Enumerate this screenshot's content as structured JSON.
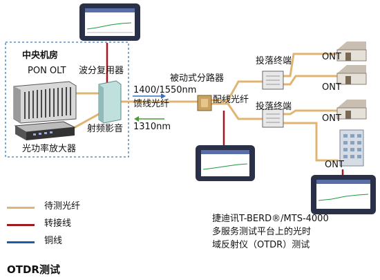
{
  "central_office": "中央机房",
  "pon_olt": "PON OLT",
  "wdm": "波分复用器",
  "rf_overlay": "射频影音",
  "optical_amplifier": "光功率放大器",
  "wavelength_1": "1400/1550nm",
  "wavelength_2": "1310nm",
  "feeder_fiber": "馈线光纤",
  "passive_splitter": "被动式分路器",
  "distribution_fiber": "配线光纤",
  "drop_terminal_1": "投落终端",
  "drop_terminal_2": "投落终端",
  "ont_labels": [
    "ONT",
    "ONT",
    "ONT",
    "ONT"
  ],
  "legend": [
    {
      "label": "待测光纤",
      "color": "#e0b472"
    },
    {
      "label": "转接线",
      "color": "#a01820"
    },
    {
      "label": "铜线",
      "color": "#1e5aa8"
    }
  ],
  "product_desc": [
    "捷迪讯T-BERD®/MTS-4000",
    "多服务测试平台上的光时",
    "域反射仪（OTDR）测试"
  ],
  "caption": "OTDR测试",
  "colors": {
    "fiber": "#e0b472",
    "patch": "#a01820",
    "copper": "#1e5aa8",
    "dashed_box": "#3a78b0"
  }
}
